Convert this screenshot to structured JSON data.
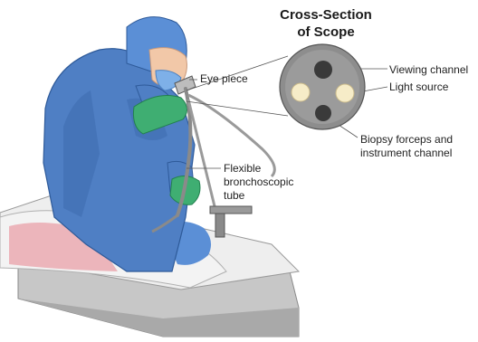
{
  "cross_section": {
    "title_line1": "Cross-Section",
    "title_line2": "of Scope"
  },
  "labels": {
    "eye_piece": "Eye piece",
    "tube_line1": "Flexible",
    "tube_line2": "bronchoscopic",
    "tube_line3": "tube",
    "viewing_channel": "Viewing channel",
    "light_source": "Light source",
    "biopsy_line1": "Biopsy forceps and",
    "biopsy_line2": "instrument channel"
  },
  "colors": {
    "gown": "#4f7fc4",
    "cap": "#5b8fd6",
    "glove": "#3fae72",
    "skin": "#f2c8a8",
    "scope_disc": "#8d8d8d",
    "light_source": "#f6ecc8",
    "dark_channel": "#3a3a3a",
    "bed": "#b9b9b9"
  }
}
